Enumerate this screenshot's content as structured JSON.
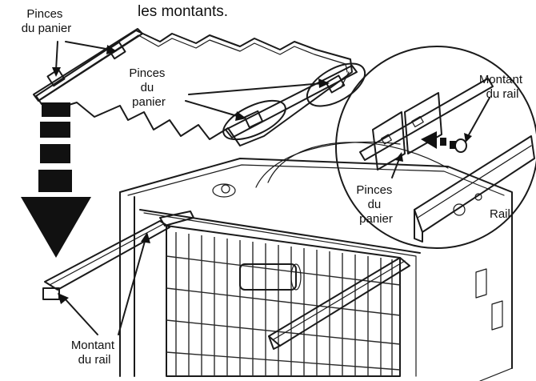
{
  "caption": "les montants.",
  "labels": {
    "top_left": [
      "Pinces",
      "du panier"
    ],
    "center": [
      "Pinces",
      "du",
      "panier"
    ],
    "inset_top": [
      "Montant",
      "du rail"
    ],
    "inset_bottom": [
      "Pinces",
      "du",
      "panier"
    ],
    "rail": "Rail",
    "bottom_left": [
      "Montant",
      "du rail"
    ]
  },
  "colors": {
    "line": "#1a1a1a",
    "arrow_fill": "#111111",
    "background": "#ffffff"
  }
}
